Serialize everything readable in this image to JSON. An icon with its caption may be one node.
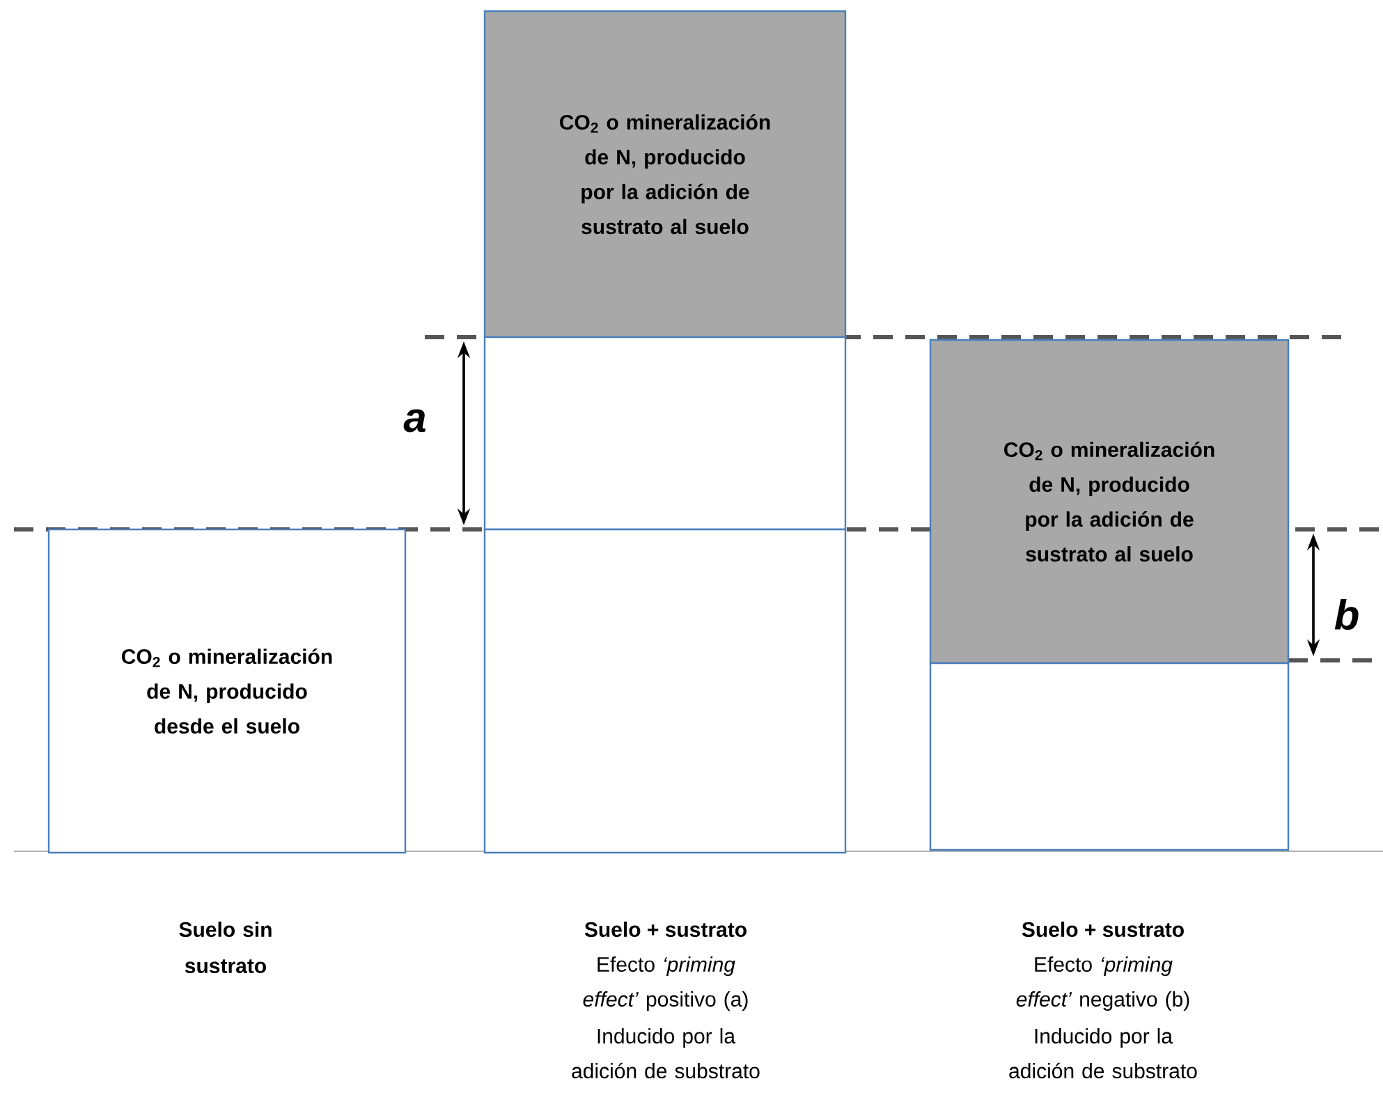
{
  "diagram": {
    "nodes": [
      {
        "text": [
          "CO$_{2}$ o mineralización de N, producido desde el suelo"
        ]
      },
      {
        "text": [
          "CO$_{2}$ o mineralización de N, producido por la adición de sustrato al suelo"
        ]
      },
      {
        "text": [],
        "shape": "box"
      },
      {
        "text": [],
        "shape": "box"
      },
      {
        "text": [
          "CO$_{2}$ o mineralización de N, producido por la adición de sustrato al suelo"
        ]
      },
      {
        "text": [],
        "shape": "box"
      }
    ],
    "labels": [
      "a",
      "b",
      "Suelo sin sustrato",
      "Suelo + sustrato",
      "Efecto *‘priming effect’* positivo (a)",
      "Inducido por la adición de substrato",
      "Suelo + sustrato",
      "Efecto *‘priming effect’* negativo (b)",
      "Inducido por la adición de substrato"
    ]
  }
}
